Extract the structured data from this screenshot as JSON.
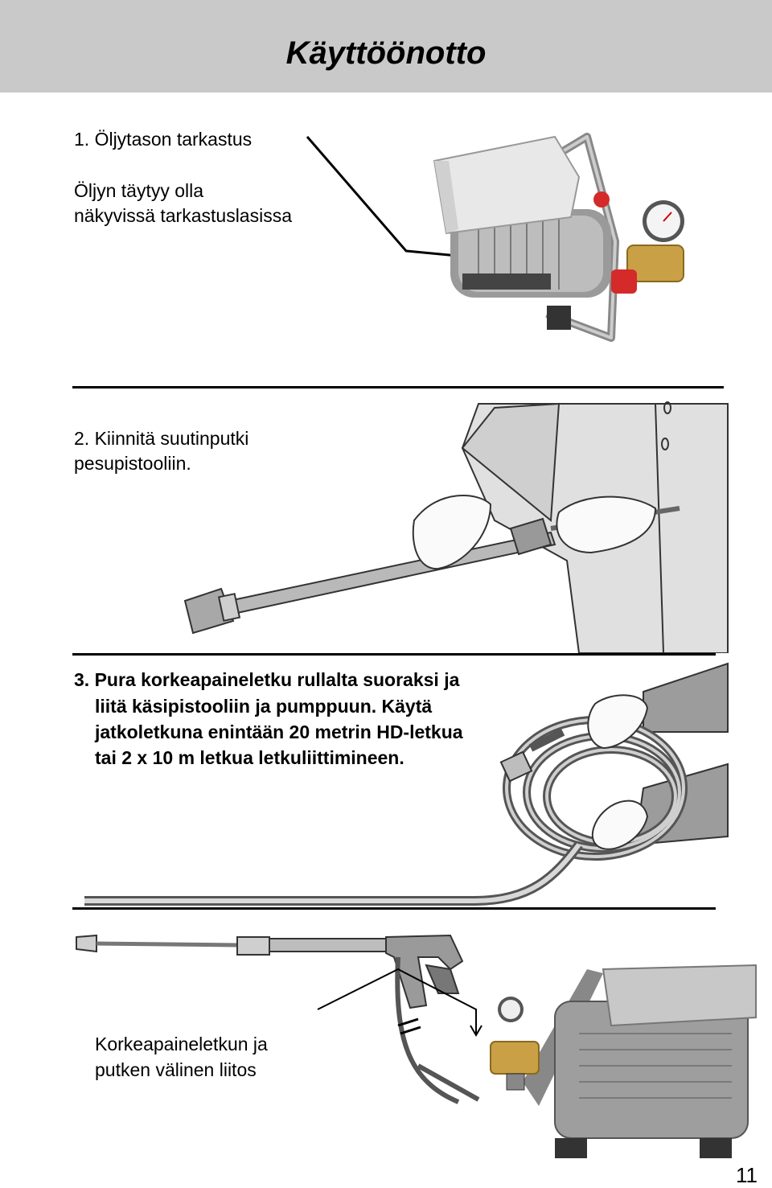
{
  "page": {
    "title": "Käyttöönotto",
    "page_number": "11"
  },
  "step1": {
    "heading": "1. Öljytason tarkastus",
    "text_line1": "Öljyn täytyy olla",
    "text_line2": "näkyvissä tarkastuslasissa"
  },
  "step2": {
    "line1": "2. Kiinnitä suutinputki",
    "line2": "pesupistooliin."
  },
  "step3": {
    "line1": "3. Pura korkeapaineletku rullalta suoraksi ja",
    "line2": "liitä käsipistooliin ja pumppuun. Käytä",
    "line3": "jatkoletkuna enintään 20 metrin HD-letkua",
    "line4": "tai 2 x 10 m letkua letkuliittimineen."
  },
  "connection": {
    "line1": "Korkeapaineletkun ja",
    "line2": "putken välinen liitos"
  },
  "colors": {
    "header_bg": "#c9c9c9",
    "pump_body": "#e8e8e8",
    "valve_red": "#d42a2a",
    "brass": "#c9a045"
  }
}
